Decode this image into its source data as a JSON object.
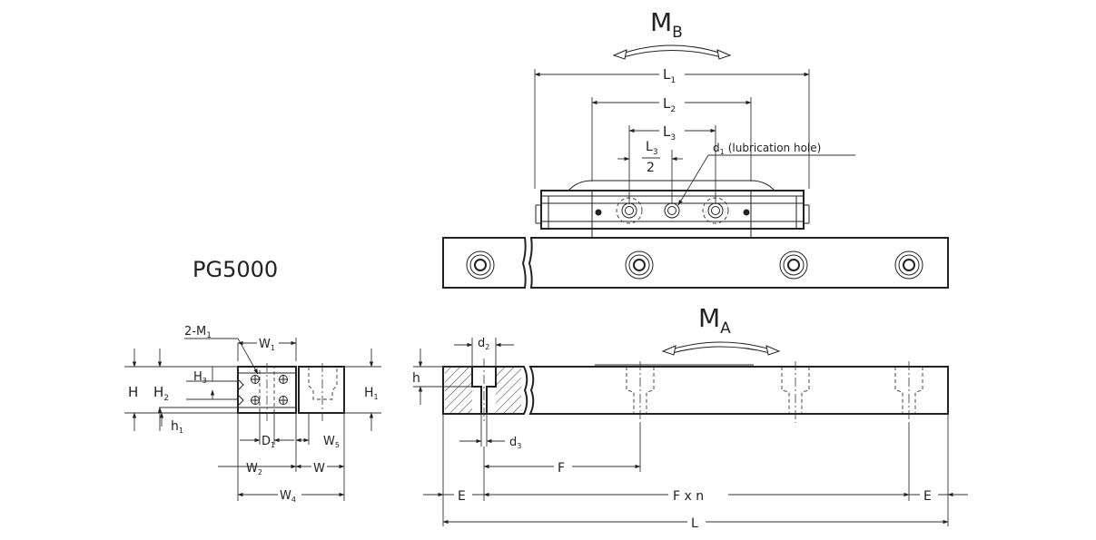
{
  "title": "PG5000",
  "moments": {
    "mb": "M",
    "mb_sub": "B",
    "ma": "M",
    "ma_sub": "A"
  },
  "top_dims": {
    "l1": "L",
    "l1_sub": "1",
    "l2": "L",
    "l2_sub": "2",
    "l3": "L",
    "l3_sub": "3",
    "l3_half_num": "L",
    "l3_half_sub": "3",
    "l3_half_den": "2",
    "d1": "d",
    "d1_sub": "1",
    "d1_note": "(lubrication hole)"
  },
  "end_view": {
    "m1": "2-M",
    "m1_sub": "1",
    "w1": "W",
    "w1_sub": "1",
    "h": "H",
    "h2": "H",
    "h2_sub": "2",
    "h3": "H",
    "h3_sub": "3",
    "h1": "H",
    "h1_sub": "1",
    "hsmall1": "h",
    "hsmall1_sub": "1",
    "d1": "D",
    "d1_sub": "1",
    "w5": "W",
    "w5_sub": "5",
    "w2": "W",
    "w2_sub": "2",
    "w": "W",
    "w4": "W",
    "w4_sub": "4"
  },
  "rail_dims": {
    "d2": "d",
    "d2_sub": "2",
    "h": "h",
    "d3": "d",
    "d3_sub": "3",
    "f": "F",
    "e_left": "E",
    "fxn": "F x n",
    "e_right": "E",
    "l": "L"
  }
}
